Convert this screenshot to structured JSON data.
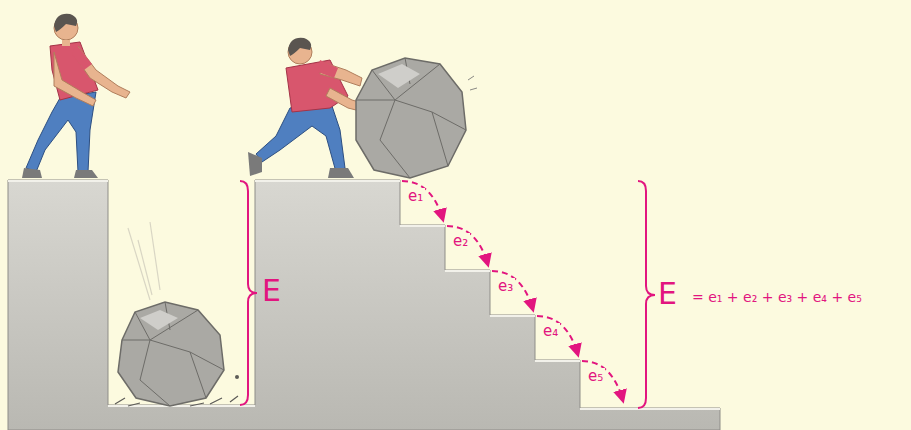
{
  "diagram": {
    "labels": [
      "E",
      "e₁",
      "e₂",
      "e₃",
      "e₄",
      "e₅",
      "E",
      "= e₁ + e₂ + e₃ + e₄ + e₅"
    ]
  }
}
